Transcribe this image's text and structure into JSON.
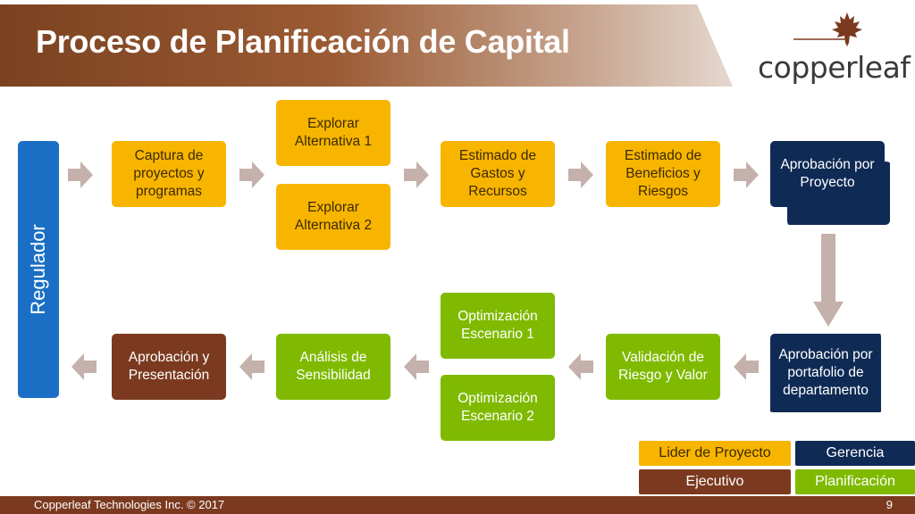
{
  "title": "Proceso de Planificación de Capital",
  "logo": {
    "text": "copperleaf",
    "icon": "maple-leaf-icon"
  },
  "regulator": "Regulador",
  "nodes": {
    "captura": "Captura de proyectos y programas",
    "explorar1": "Explorar Alternativa 1",
    "explorar2": "Explorar Alternativa 2",
    "gastos": "Estimado de Gastos y Recursos",
    "beneficios": "Estimado de Beneficios y Riesgos",
    "aprob_proyecto": "Aprobación por Proyecto",
    "aprob_portafolio": "Aprobación por portafolio de departamento",
    "validacion": "Validación de Riesgo y Valor",
    "optim1": "Optimización Escenario 1",
    "optim2": "Optimización Escenario 2",
    "analisis": "Análisis de Sensibilidad",
    "aprob_present": "Aprobación y Presentación"
  },
  "legend": {
    "lider": "Lider de Proyecto",
    "gerencia": "Gerencia",
    "ejecutivo": "Ejecutivo",
    "planificacion": "Planificación"
  },
  "colors": {
    "orange": "#f8b500",
    "green": "#7fba00",
    "navy": "#0f2a55",
    "brown": "#7b3a20",
    "blue": "#1a6fc4",
    "arrow": "#c4b1ab"
  },
  "footer": {
    "left": "Copperleaf Technologies Inc. © 2017",
    "page": "9"
  }
}
